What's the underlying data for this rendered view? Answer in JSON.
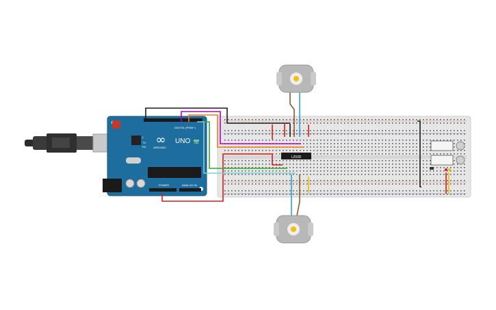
{
  "arduino": {
    "logo": "∞",
    "model": "UNO",
    "header_digital": "DIGITAL (PWM~)",
    "header_power": "POWER",
    "header_analog": "ANALOG IN",
    "label_tx": "TX",
    "label_rx": "RX",
    "label_l": "L",
    "label_on": "ON",
    "brand": "ARDUINO"
  },
  "chip": {
    "label": "L293D"
  },
  "colors": {
    "board": "#1d6e9e",
    "board_dark": "#175a83",
    "breadboard": "#e6e6e6",
    "wire_red": "#d91c1c",
    "wire_black": "#1a1a1a",
    "wire_orange": "#f07d0a",
    "wire_purple": "#b400c8",
    "wire_green": "#2ea82e",
    "wire_blue": "#29a3d8",
    "wire_brown": "#8a5a2b",
    "wire_yellow": "#e8c000",
    "motor_body": "#b8b8b8",
    "motor_shaft": "#f2c200"
  },
  "icons": [
    "usb-cable-icon",
    "motor-icon",
    "battery-icon"
  ]
}
